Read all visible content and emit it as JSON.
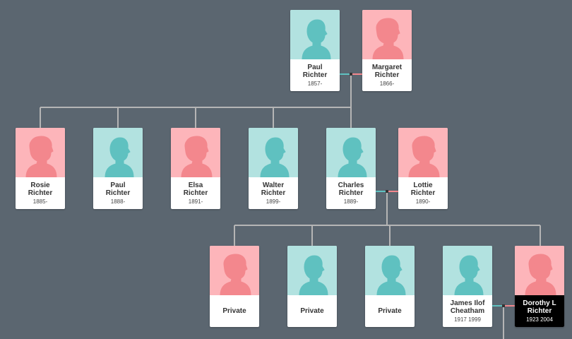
{
  "colors": {
    "background": "#5b6670",
    "male_photo": "#b2e2e0",
    "male_silhouette": "#5fc1c0",
    "female_photo": "#fdb5ba",
    "female_silhouette": "#f3878d",
    "line": "#b5b5b5",
    "male_connector": "#5fc1c0",
    "female_connector": "#f3878d"
  },
  "people": [
    {
      "id": "paul-sr",
      "name": "Paul\nRichter",
      "dates": "1857-",
      "gender": "male"
    },
    {
      "id": "margaret",
      "name": "Margaret\nRichter",
      "dates": "1866-",
      "gender": "female"
    },
    {
      "id": "rosie",
      "name": "Rosie\nRichter",
      "dates": "1885-",
      "gender": "female"
    },
    {
      "id": "paul-jr",
      "name": "Paul\nRichter",
      "dates": "1888-",
      "gender": "male"
    },
    {
      "id": "elsa",
      "name": "Elsa\nRichter",
      "dates": "1891-",
      "gender": "female"
    },
    {
      "id": "walter",
      "name": "Walter\nRichter",
      "dates": "1899-",
      "gender": "male"
    },
    {
      "id": "charles",
      "name": "Charles\nRichter",
      "dates": "1889-",
      "gender": "male"
    },
    {
      "id": "lottie",
      "name": "Lottie\nRichter",
      "dates": "1890-",
      "gender": "female"
    },
    {
      "id": "private-1",
      "name": "Private",
      "dates": "",
      "gender": "female"
    },
    {
      "id": "private-2",
      "name": "Private",
      "dates": "",
      "gender": "male"
    },
    {
      "id": "private-3",
      "name": "Private",
      "dates": "",
      "gender": "male"
    },
    {
      "id": "james",
      "name": "James Ilof\nCheatham",
      "dates": "1917 1999",
      "gender": "male"
    },
    {
      "id": "dorothy",
      "name": "Dorothy L\nRichter",
      "dates": "1923 2004",
      "gender": "female",
      "selected": true
    }
  ]
}
